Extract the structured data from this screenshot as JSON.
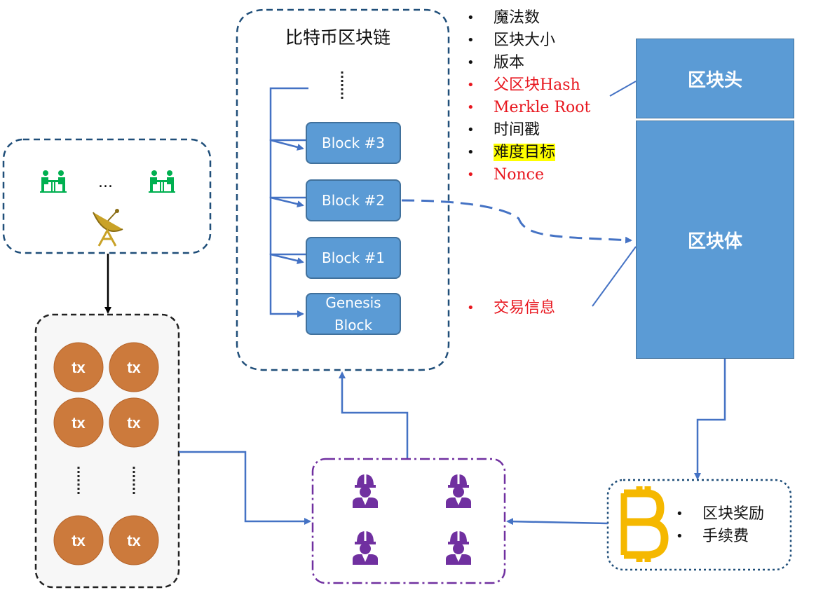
{
  "chain": {
    "title": "比特币区块链",
    "blocks": [
      "Block #3",
      "Block #2",
      "Block #1"
    ],
    "genesis": [
      "Genesis",
      "Block"
    ]
  },
  "header_fields": [
    {
      "text": "魔法数",
      "color": "#111111"
    },
    {
      "text": "区块大小",
      "color": "#111111"
    },
    {
      "text": "版本",
      "color": "#111111"
    },
    {
      "text": "父区块Hash",
      "color": "#e8161e"
    },
    {
      "text": "Merkle Root",
      "color": "#e8161e"
    },
    {
      "text": "时间戳",
      "color": "#111111"
    },
    {
      "text": "难度目标",
      "color": "#111111",
      "highlight": "#ffff00"
    },
    {
      "text": "Nonce",
      "color": "#e8161e"
    }
  ],
  "body_field": "交易信息",
  "block_parts": {
    "header": "区块头",
    "body": "区块体"
  },
  "reward_items": [
    "区块奖励",
    "手续费"
  ],
  "network": {
    "ellipsis": "..."
  },
  "pool": {
    "tx_label": "tx"
  },
  "colors": {
    "block_fill": "#5b9bd5",
    "block_border": "#41719c",
    "tx_fill": "#cc7a3c",
    "miner": "#7030a0",
    "node": "#00b050",
    "bitcoin": "#f5b800",
    "dashed_blue": "#1f4e79",
    "arrow_blue": "#4472c4"
  },
  "icons": [
    "meeting-node-icon",
    "satellite-dish-icon",
    "miner-icon",
    "bitcoin-icon"
  ]
}
